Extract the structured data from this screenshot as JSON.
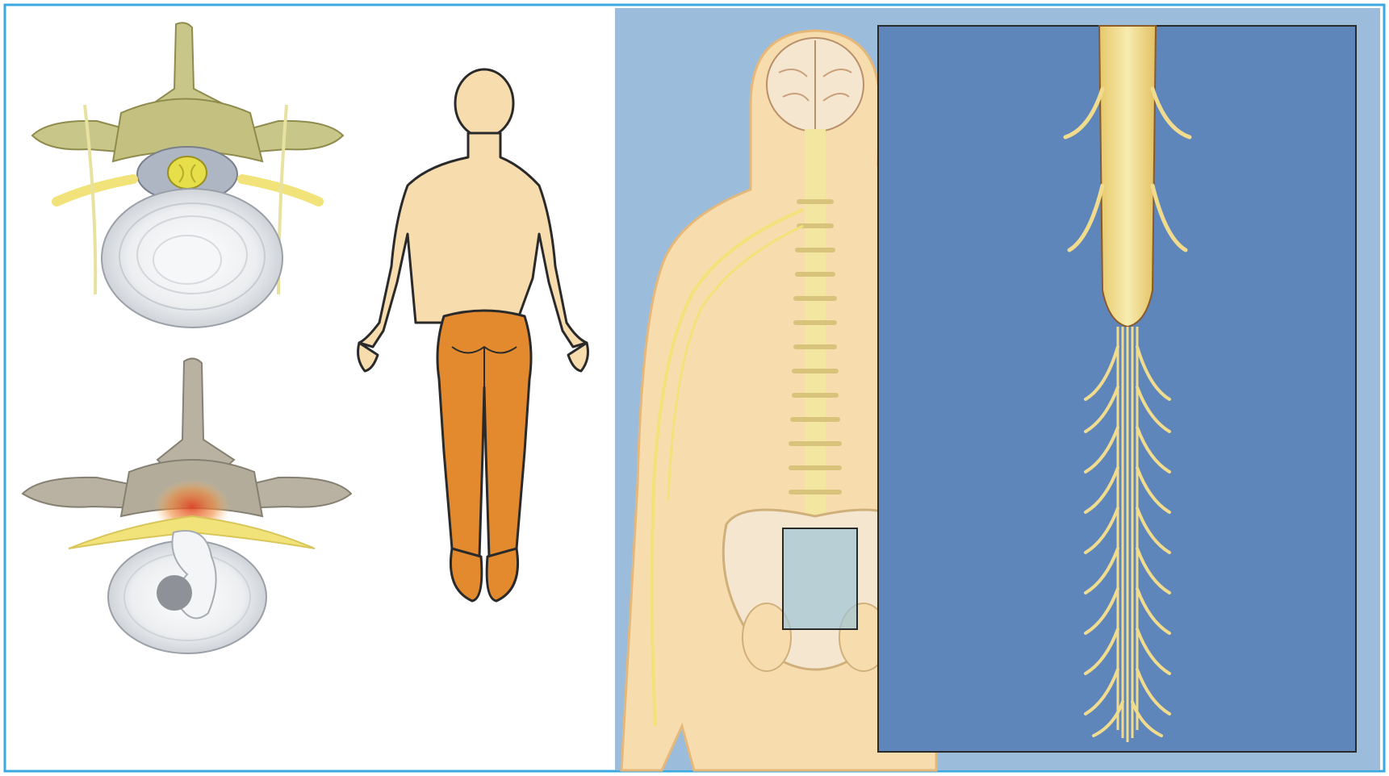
{
  "figure": {
    "panels": [
      {
        "name": "healthy-vertebra-cross-section"
      },
      {
        "name": "herniated-disc-cross-section"
      },
      {
        "name": "body-pain-distribution"
      },
      {
        "name": "spinal-anatomy-back-view"
      },
      {
        "name": "cauda-equina-magnified-view"
      }
    ]
  },
  "colors": {
    "frame": "#39a9e0",
    "bone_healthy": "#c9c689",
    "bone_herniated": "#b9b2a2",
    "disc": "#eef0f2",
    "nerve": "#f2e27a",
    "inflammation": "#e0683a",
    "skin": "#f7dcae",
    "pain_area": "#e38a2e",
    "outline": "#2a2a2a",
    "anatomy_bg": "#9cbcdc",
    "inset_bg": "#5f86bb",
    "spinal_cord": "#f1dc8e",
    "cord_outline": "#8a5a2a"
  }
}
